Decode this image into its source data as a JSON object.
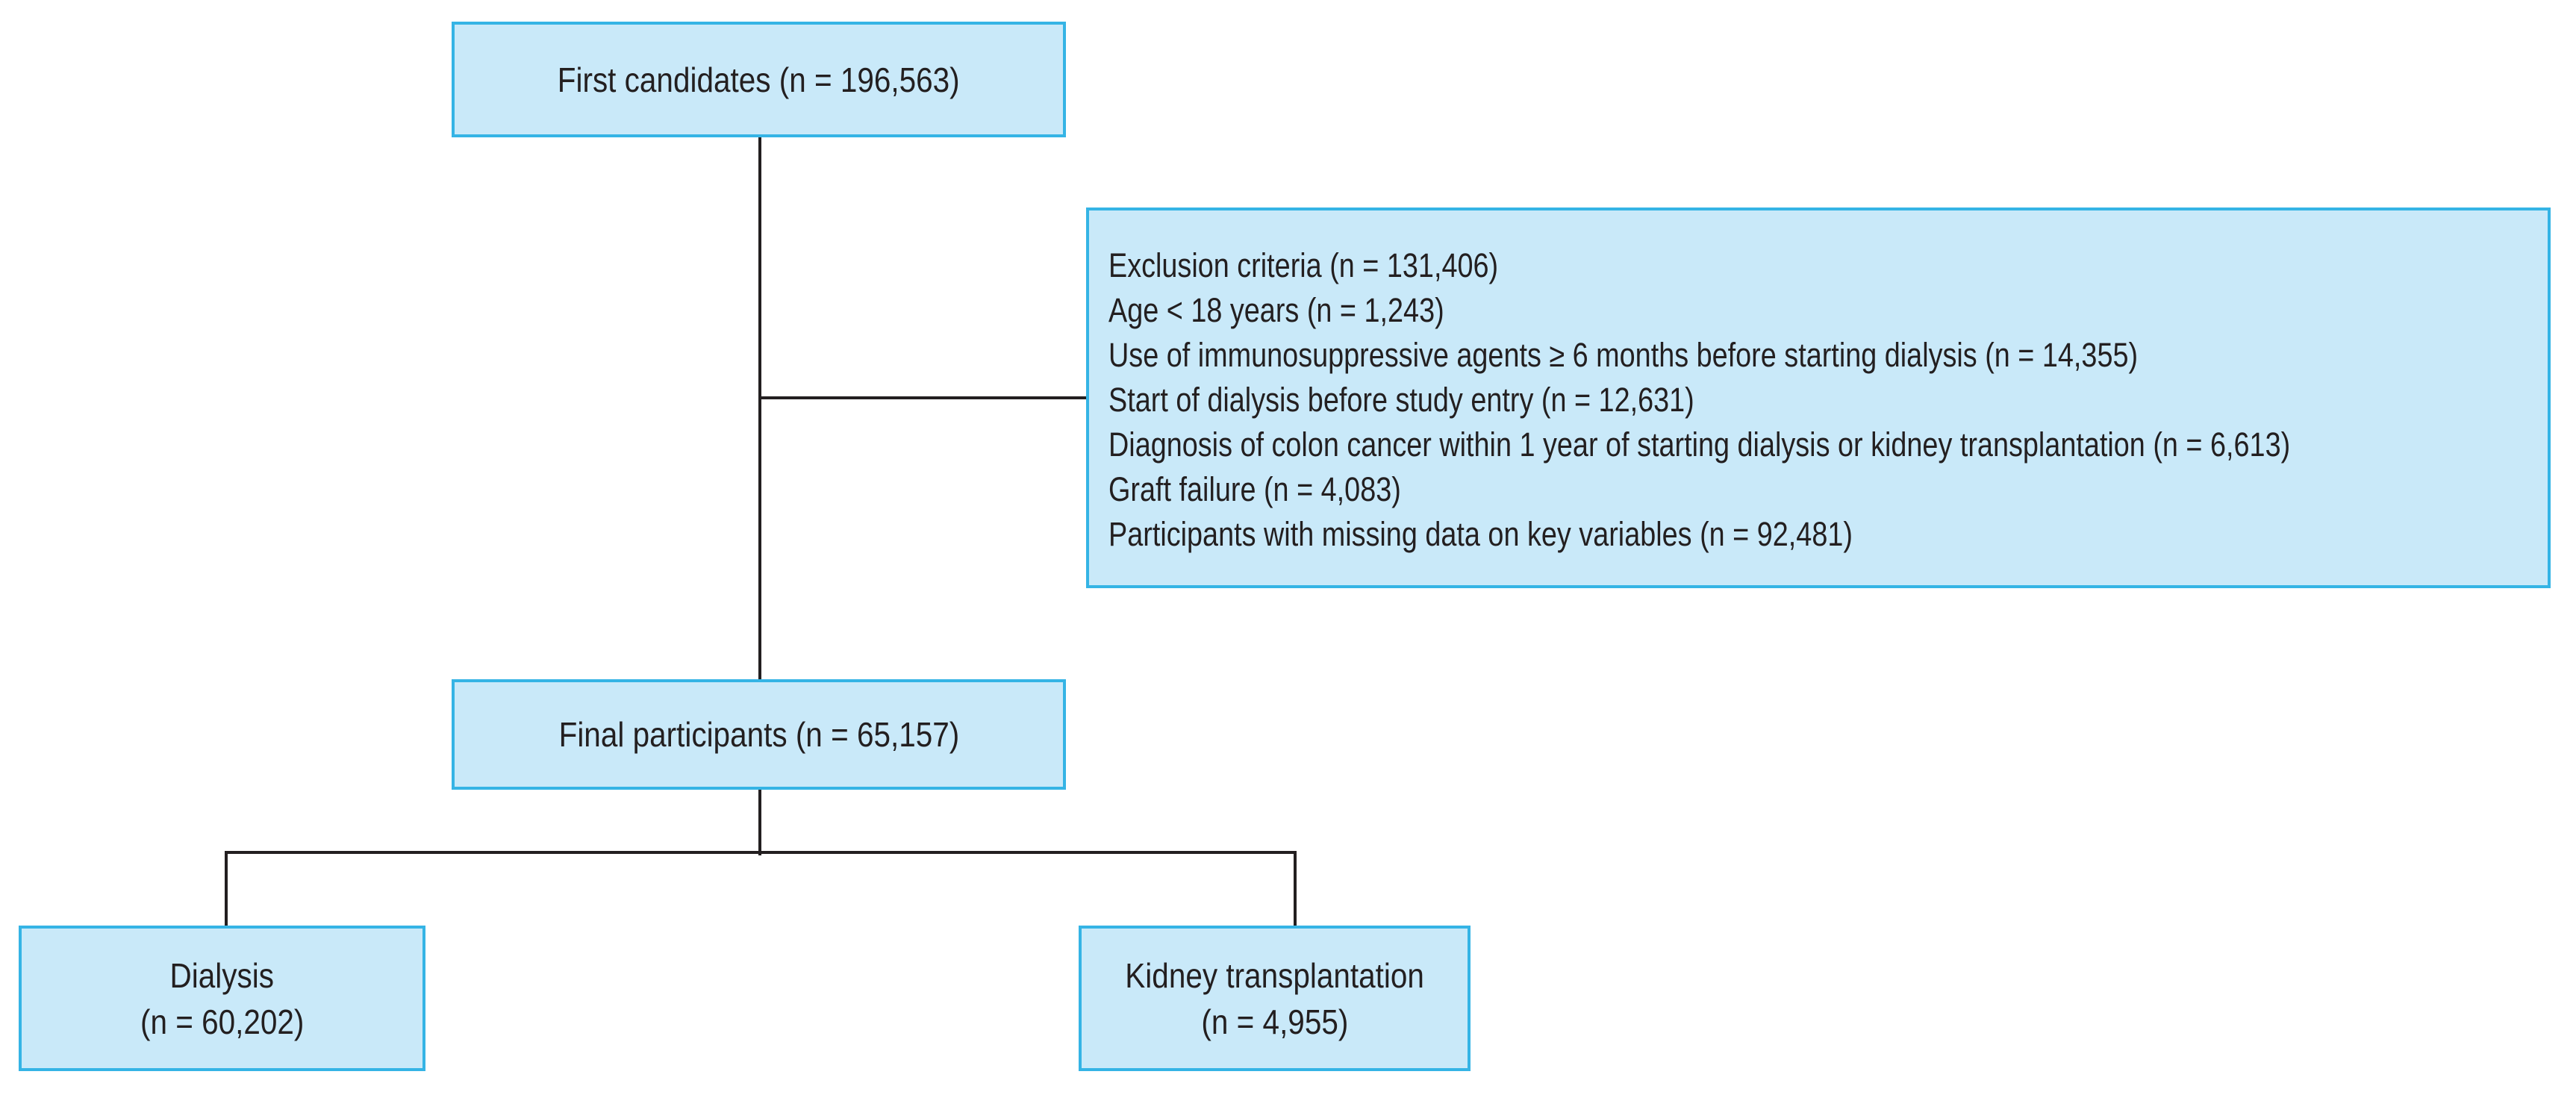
{
  "diagram": {
    "title": "Study participant flow diagram",
    "colors": {
      "box_fill": "#c9e9f9",
      "box_border": "#35b4e5",
      "line_color": "#231f20",
      "text_color": "#231f20",
      "bg": "#ffffff"
    },
    "nodes": {
      "first_candidates": {
        "label": "First candidates (n = 196,563)"
      },
      "exclusion": {
        "lines": [
          "Exclusion criteria (n = 131,406)",
          "Age < 18 years (n = 1,243)",
          "Use of immunosuppressive agents ≥ 6 months before starting dialysis (n = 14,355)",
          "Start of dialysis before study entry (n = 12,631)",
          "Diagnosis of colon cancer within 1 year of starting dialysis or kidney transplantation (n = 6,613)",
          "Graft failure (n = 4,083)",
          "Participants with missing data on key variables (n = 92,481)"
        ]
      },
      "final_participants": {
        "label": "Final participants (n = 65,157)"
      },
      "dialysis": {
        "line1": "Dialysis",
        "line2": "(n = 60,202)"
      },
      "kidney_transplantation": {
        "line1": "Kidney transplantation",
        "line2": "(n = 4,955)"
      }
    }
  }
}
